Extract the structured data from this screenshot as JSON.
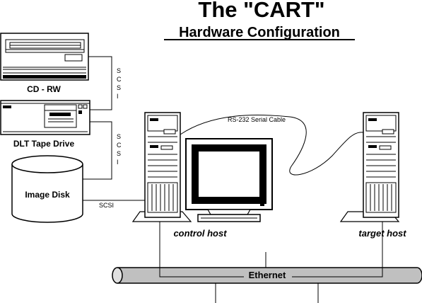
{
  "title": "The \"CART\"",
  "subtitle": "Hardware Configuration",
  "devices": {
    "cdrw": "CD - RW",
    "dlt": "DLT Tape Drive",
    "image_disk": "Image Disk",
    "control_host": "control host",
    "target_host": "target host"
  },
  "cables": {
    "scsi_upper": [
      "S",
      "C",
      "S",
      "I"
    ],
    "scsi_lower": [
      "S",
      "C",
      "S",
      "I"
    ],
    "scsi_disk": "SCSI",
    "serial": "RS-232 Serial Cable",
    "ethernet": "Ethernet"
  }
}
